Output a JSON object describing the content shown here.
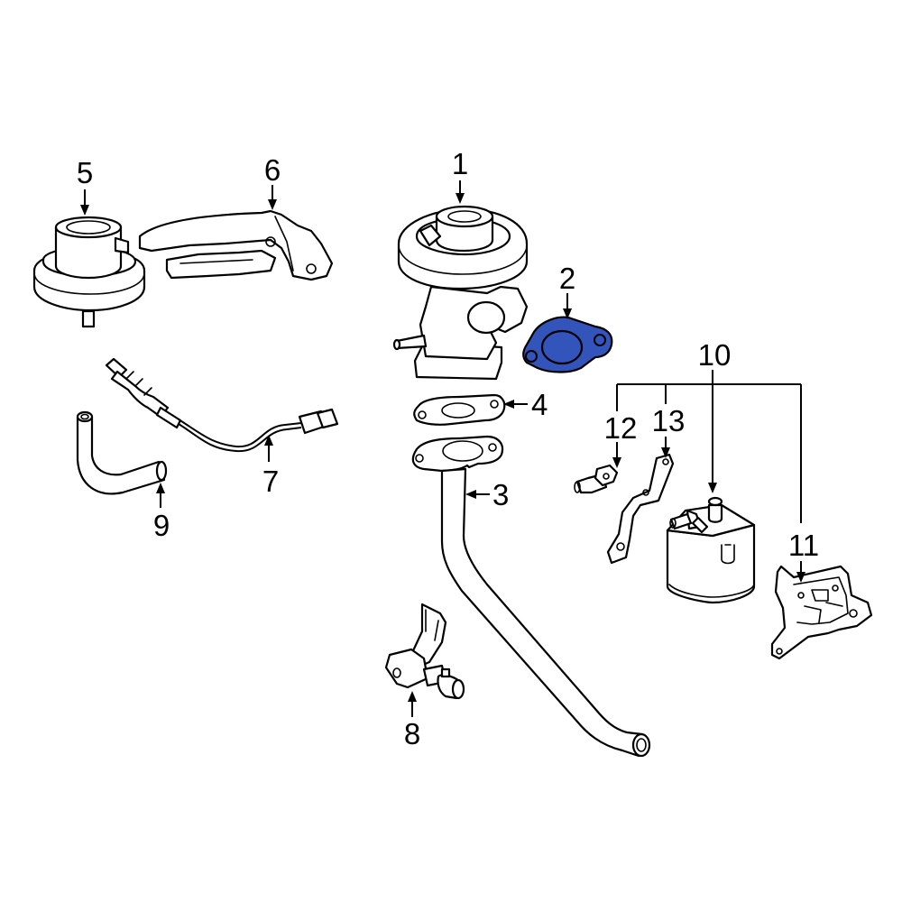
{
  "highlight_color": "#3355bb",
  "callouts": {
    "c1": "1",
    "c2": "2",
    "c3": "3",
    "c4": "4",
    "c5": "5",
    "c6": "6",
    "c7": "7",
    "c8": "8",
    "c9": "9",
    "c10": "10",
    "c11": "11",
    "c12": "12",
    "c13": "13"
  }
}
